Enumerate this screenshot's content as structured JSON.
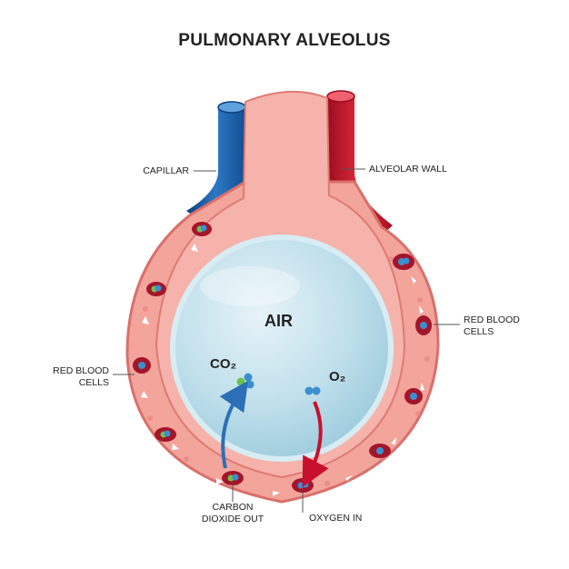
{
  "title": "PULMONARY ALVEOLUS",
  "labels": {
    "capillary": "CAPILLAR",
    "alveolar_wall": "ALVEOLAR WALL",
    "rbc_right_1": "RED BLOOD",
    "rbc_right_2": "CELLS",
    "rbc_left_1": "RED BLOOD",
    "rbc_left_2": "CELLS",
    "co2_out_1": "CARBON",
    "co2_out_2": "DIOXIDE OUT",
    "oxygen_in": "OXYGEN IN"
  },
  "air": "AIR",
  "co2": "CO₂",
  "o2": "O₂",
  "colors": {
    "wall_pink": "#f4a9a0",
    "wall_dark": "#e07c76",
    "vein_blue": "#1f5fa8",
    "artery_red": "#c8102e",
    "air_blue": "#b9dcea",
    "cell_red": "#a3152a",
    "molecule_blue": "#3b8fd0",
    "molecule_green": "#6cc24a"
  }
}
